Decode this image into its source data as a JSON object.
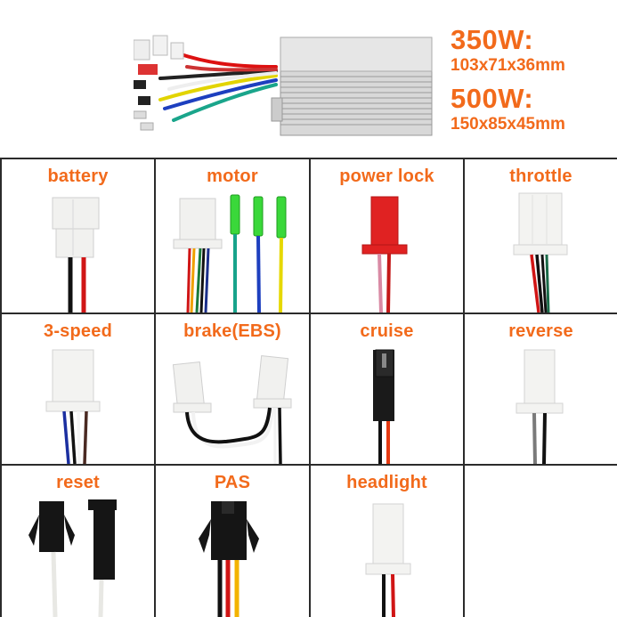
{
  "header": {
    "product_image": "brushless-motor-controller",
    "specs": [
      {
        "power": "350W:",
        "dimensions": "103x71x36mm"
      },
      {
        "power": "500W:",
        "dimensions": "150x85x45mm"
      }
    ]
  },
  "colors": {
    "label_orange": "#f26a1b",
    "grid_line": "#2b2b2b"
  },
  "connectors": [
    {
      "label": "battery",
      "wires": [
        "black",
        "red"
      ],
      "connector": "white-2pin"
    },
    {
      "label": "motor",
      "wires": [
        "red",
        "orange",
        "green",
        "black",
        "blue",
        "green",
        "blue",
        "yellow"
      ],
      "connector": "white-5pin + 3 green bullet terminals"
    },
    {
      "label": "power lock",
      "wires": [
        "pink",
        "red"
      ],
      "connector": "red-2pin"
    },
    {
      "label": "throttle",
      "wires": [
        "red",
        "black",
        "green"
      ],
      "connector": "white-3pin"
    },
    {
      "label": "3-speed",
      "wires": [
        "blue",
        "black",
        "white",
        "brown"
      ],
      "connector": "white-3pin"
    },
    {
      "label": "brake(EBS)",
      "wires": [
        "black",
        "white"
      ],
      "connector": "2x white-2pin"
    },
    {
      "label": "cruise",
      "wires": [
        "black",
        "red"
      ],
      "connector": "black-2pin"
    },
    {
      "label": "reverse",
      "wires": [
        "gray",
        "black"
      ],
      "connector": "white-2pin"
    },
    {
      "label": "reset",
      "wires": [
        "white",
        "white"
      ],
      "connector": "black-1pin pair"
    },
    {
      "label": "PAS",
      "wires": [
        "black",
        "red",
        "yellow"
      ],
      "connector": "black-3pin"
    },
    {
      "label": "headlight",
      "wires": [
        "black",
        "red"
      ],
      "connector": "white-2pin"
    },
    {
      "label": "",
      "wires": [],
      "connector": ""
    }
  ]
}
